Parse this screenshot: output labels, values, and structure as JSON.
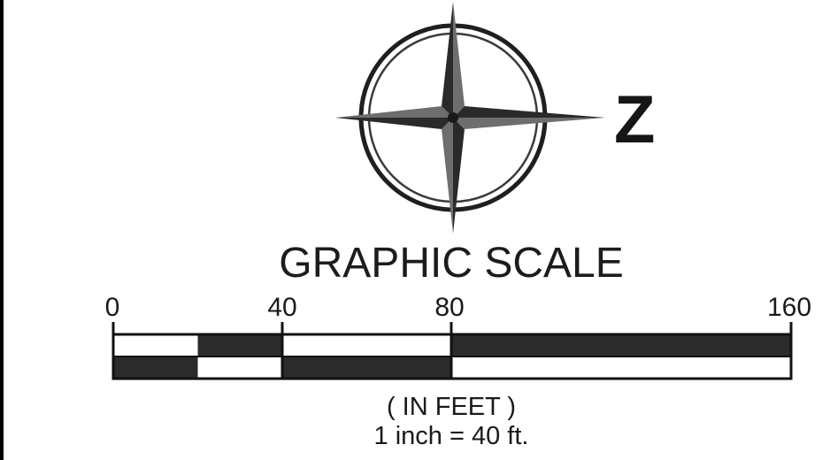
{
  "compass": {
    "north_label": "Z",
    "icon": "compass-rose-icon"
  },
  "scale": {
    "title": "GRAPHIC SCALE",
    "ticks": [
      "0",
      "40",
      "80",
      "160"
    ],
    "units": "( IN FEET )",
    "ratio": "1 inch = 40 ft.",
    "segment_boundaries_feet": [
      0,
      20,
      40,
      80,
      160
    ]
  },
  "colors": {
    "ink": "#1a1a1a",
    "dark_fill": "#2b2b2b",
    "background": "#ffffff"
  }
}
